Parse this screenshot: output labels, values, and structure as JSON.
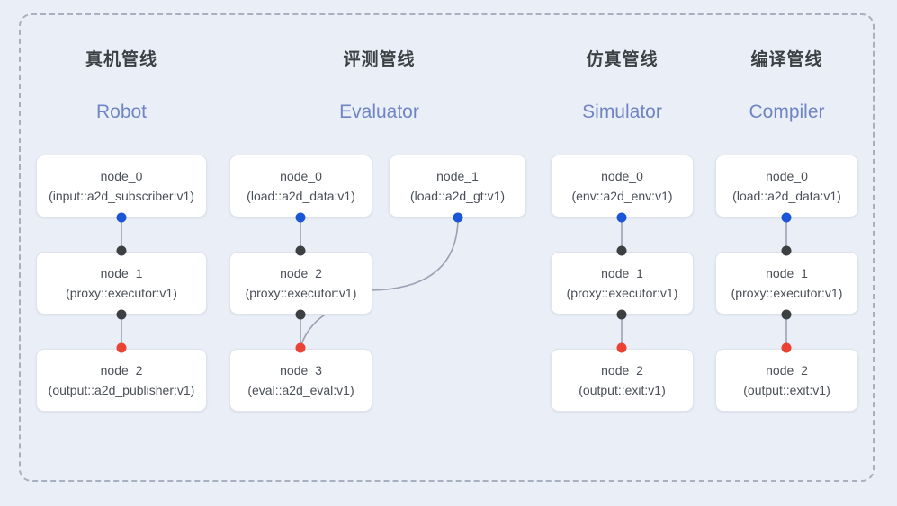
{
  "diagram": {
    "background_color": "#eaeef7",
    "frame_border_color": "#a8b0c0",
    "port_colors": {
      "source": "#1a56d6",
      "middle": "#3c4043",
      "sink": "#ea4335"
    },
    "edge_color": "#9aa3b4",
    "columns": [
      {
        "id": "robot",
        "title": "真机管线",
        "subtitle": "Robot",
        "nodes": [
          {
            "name": "node_0",
            "type": "(input::a2d_subscriber:v1)"
          },
          {
            "name": "node_1",
            "type": "(proxy::executor:v1)"
          },
          {
            "name": "node_2",
            "type": "(output::a2d_publisher:v1)"
          }
        ]
      },
      {
        "id": "evaluator",
        "title": "评测管线",
        "subtitle": "Evaluator",
        "nodes": [
          {
            "name": "node_0",
            "type": "(load::a2d_data:v1)"
          },
          {
            "name": "node_2",
            "type": "(proxy::executor:v1)"
          },
          {
            "name": "node_3",
            "type": "(eval::a2d_eval:v1)"
          },
          {
            "name": "node_1",
            "type": "(load::a2d_gt:v1)"
          }
        ]
      },
      {
        "id": "simulator",
        "title": "仿真管线",
        "subtitle": "Simulator",
        "nodes": [
          {
            "name": "node_0",
            "type": "(env::a2d_env:v1)"
          },
          {
            "name": "node_1",
            "type": "(proxy::executor:v1)"
          },
          {
            "name": "node_2",
            "type": "(output::exit:v1)"
          }
        ]
      },
      {
        "id": "compiler",
        "title": "编译管线",
        "subtitle": "Compiler",
        "nodes": [
          {
            "name": "node_0",
            "type": "(load::a2d_data:v1)"
          },
          {
            "name": "node_1",
            "type": "(proxy::executor:v1)"
          },
          {
            "name": "node_2",
            "type": "(output::exit:v1)"
          }
        ]
      }
    ]
  }
}
